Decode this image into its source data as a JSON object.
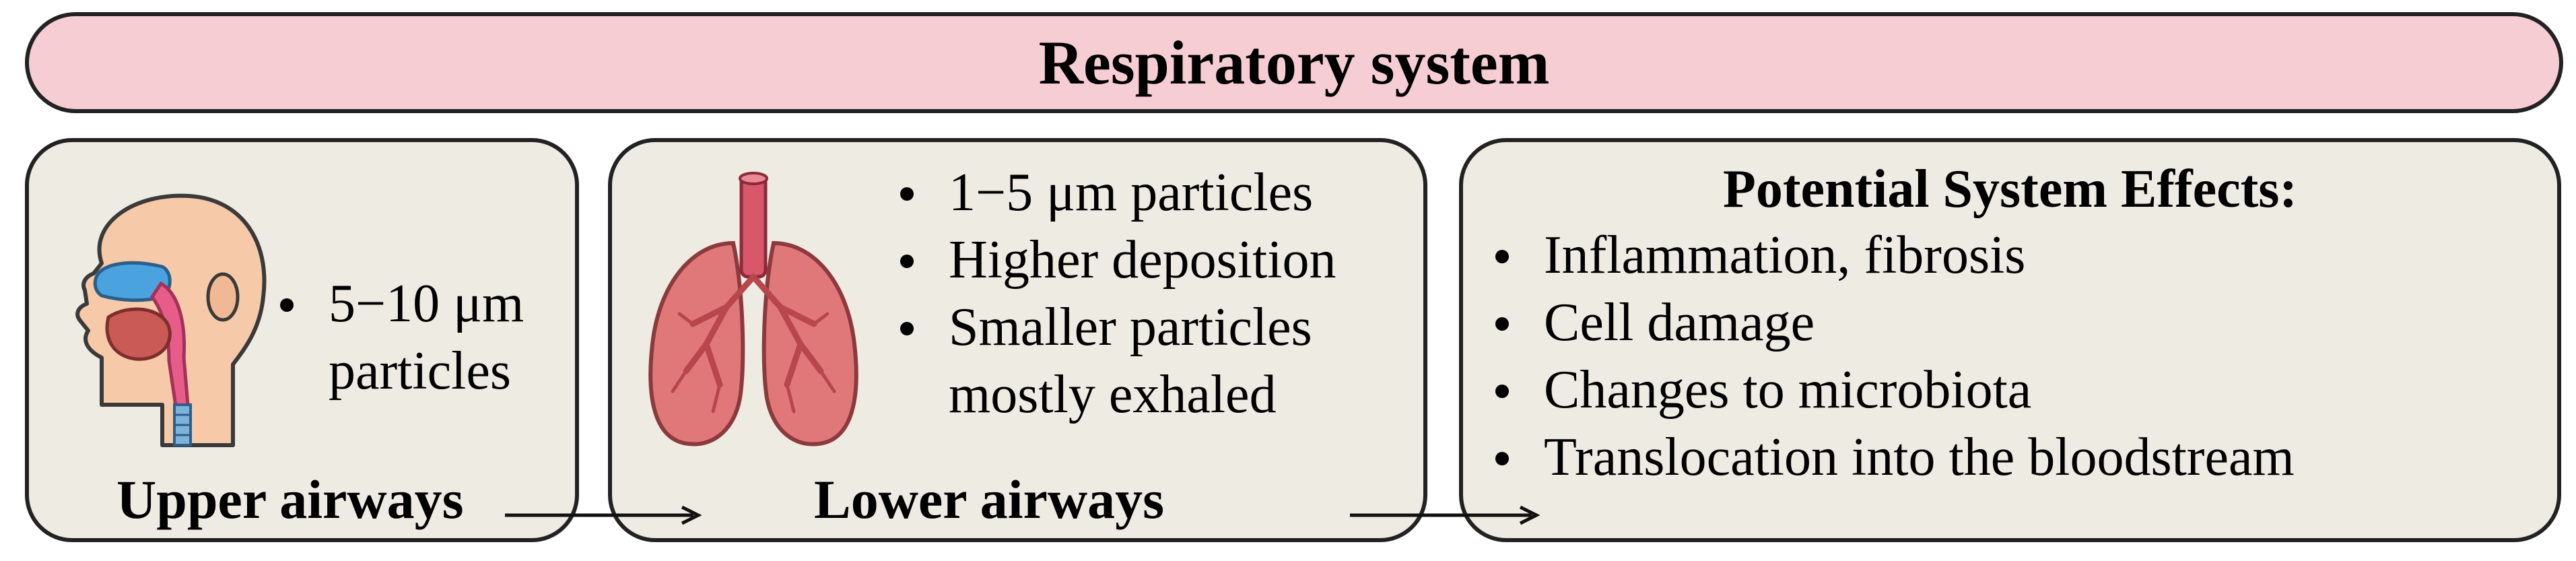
{
  "title": "Respiratory system",
  "upper": {
    "label": "Upper airways",
    "bullet_line1": "5−10 μm",
    "bullet_line2": "particles"
  },
  "lower": {
    "label": "Lower airways",
    "bullets": [
      "1−5 μm particles",
      "Higher deposition",
      "Smaller particles"
    ],
    "bullet3_line2": "mostly exhaled"
  },
  "effects": {
    "title": "Potential System Effects:",
    "items": [
      "Inflammation, fibrosis",
      "Cell damage",
      "Changes to microbiota",
      "Translocation into the bloodstream"
    ]
  },
  "colors": {
    "banner": "#f6cdd3",
    "panel": "#eeebe3",
    "border": "#222222",
    "lung": "#e0787a",
    "trachea": "#d9576a",
    "head_skin": "#f6c9a8",
    "nasal_cavity": "#4aa3df"
  }
}
